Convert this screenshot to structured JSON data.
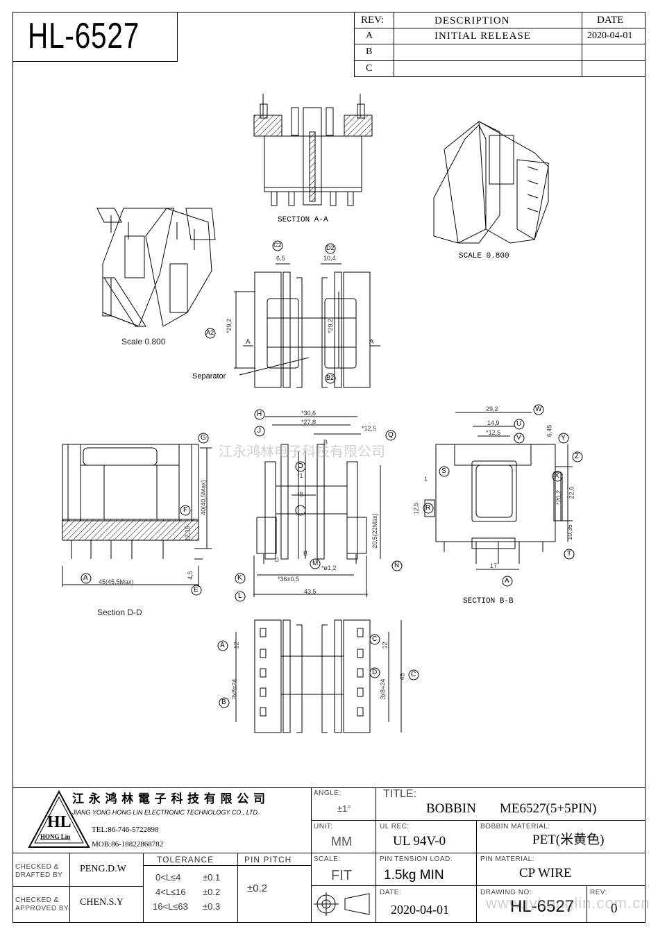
{
  "header": {
    "part_number": "HL-6527",
    "rev_head": {
      "rev": "REV:",
      "description": "DESCRIPTION",
      "date": "DATE"
    },
    "rev_rows": [
      {
        "rev": "A",
        "description": "INITIAL  RELEASE",
        "date": "2020-04-01"
      },
      {
        "rev": "B",
        "description": "",
        "date": ""
      },
      {
        "rev": "C",
        "description": "",
        "date": ""
      }
    ]
  },
  "views": {
    "section_aa": "SECTION A-A",
    "scale_left": "Scale 0.800",
    "scale_right": "SCALE  0.800",
    "section_dd": "Section D-D",
    "section_bb": "SECTION  B-B",
    "separator": "Separator"
  },
  "watermark": {
    "top": "江永鸿林电子科技有限公司",
    "bottom": "www.jyhonglin.com.cn"
  },
  "callouts": [
    "C2",
    "D2",
    "A2",
    "B2",
    "H",
    "J",
    "Q",
    "G",
    "F",
    "E",
    "A",
    "K",
    "L",
    "N",
    "M",
    "O",
    "W",
    "U",
    "V",
    "Y",
    "Z",
    "X",
    "S",
    "R",
    "T",
    "A",
    "B",
    "C",
    "D",
    "C"
  ],
  "dims": {
    "c2": "6,5",
    "d2": "10,4",
    "h292a": "*29,2",
    "h292b": "*29,2",
    "arrowA": "A",
    "w306": "*30,6",
    "w278": "*27,8",
    "w125": "*12,5",
    "p1": "*1",
    "p8": "*8",
    "pB": "B",
    "pD": "D",
    "h205": "20,5(22Max)",
    "phi12": "*ø1,2",
    "w36": "*36±0,5",
    "w435": "43,5",
    "g40": "40(40,5Max)",
    "f1215": "12,15",
    "e45": "4,5",
    "a45": "45(45,5Max)",
    "w292": "29,2",
    "w149": "14,9",
    "w125b": "*12,5",
    "h645": "6,45",
    "h202": "*20,2",
    "h226": "22,6",
    "h1035": "10,35",
    "w17": "17",
    "h125": "12,5",
    "h1": "1",
    "a12": "12",
    "b3x8": "3x8=24",
    "c12": "12",
    "d3x8": "3x8=24",
    "c45": "45"
  },
  "title_block": {
    "company_cn": "江 永 鸿 林 電 子 科 技 有 限 公 司",
    "company_en": "JIANG YONG HONG LIN ELECTRONIC TECHNOLOGY CO., LTD.",
    "tel": "TEL:86-746-5722898",
    "mob": "MOB:86-18822868782",
    "logo_text": "HL",
    "logo_sub": "HONG Lin",
    "checked_drafted_label": "CHECKED &\nDRAFTED BY",
    "checked_drafted": "PENG.D.W",
    "checked_approved_label": "CHECKED &\nAPPROVED BY",
    "checked_approved": "CHEN.S.Y",
    "tolerance_label": "TOLERANCE",
    "tolerance_rows": [
      {
        "range": "0<L≤4",
        "tol": "±0.1"
      },
      {
        "range": "4<L≤16",
        "tol": "±0.2"
      },
      {
        "range": "16<L≤63",
        "tol": "±0.3"
      }
    ],
    "pin_pitch_label": "PIN PITCH",
    "pin_pitch": "±0.2",
    "angle_label": "ANGLE:",
    "angle": "±1°",
    "unit_label": "UNIT:",
    "unit": "MM",
    "scale_label": "SCALE:",
    "scale": "FIT",
    "title_label": "TITLE:",
    "title_left": "BOBBIN",
    "title_right": "ME6527(5+5PIN)",
    "ul_rec_label": "UL REC:",
    "ul_rec": "UL 94V-0",
    "bobbin_material_label": "BOBBIN MATERIAL:",
    "bobbin_material": "PET(米黄色)",
    "pin_tension_label": "PIN TENSION LOAD:",
    "pin_tension": "1.5kg MIN",
    "pin_material_label": "PIN MATERIAL:",
    "pin_material": "CP WIRE",
    "date_label": "DATE:",
    "date": "2020-04-01",
    "drawing_no_label": "DRAWING NO:",
    "drawing_no": "HL-6527",
    "rev_label": "REV:",
    "rev": "0"
  }
}
